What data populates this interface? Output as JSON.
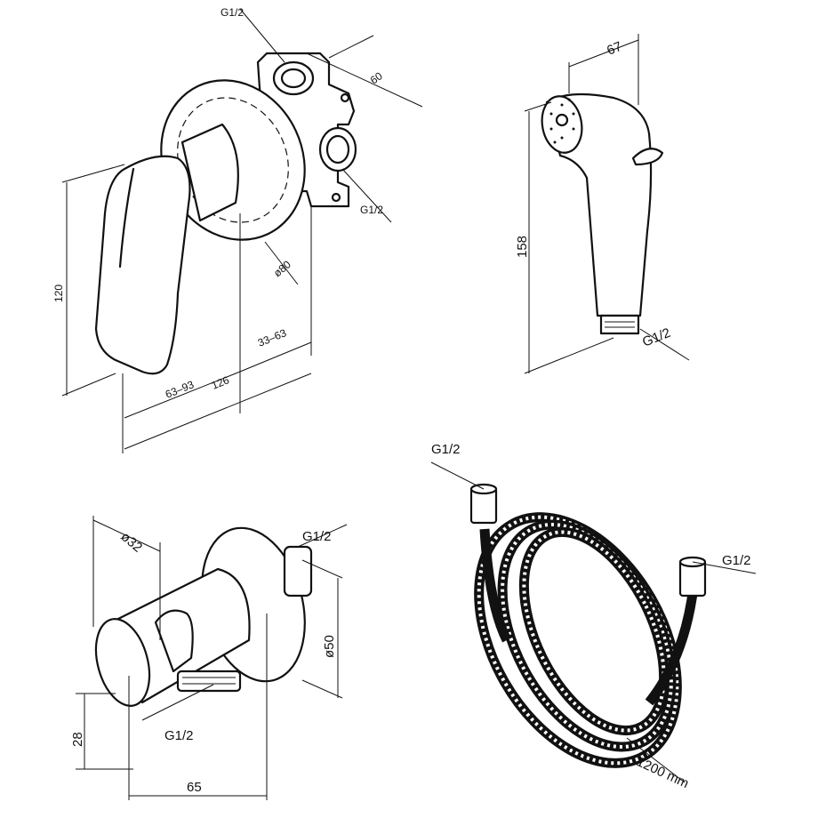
{
  "mixer": {
    "inlet_top": "G1/2",
    "inlet_right": "G1/2",
    "depth": "60",
    "escutcheon_diameter": "ø80",
    "height": "120",
    "lever_reach": "63–93",
    "total_length": "126",
    "install_depth": "33–63"
  },
  "hand_shower": {
    "width": "67",
    "length": "158",
    "thread": "G1/2"
  },
  "wall_connector": {
    "diameter": "ø32",
    "thread_top": "G1/2",
    "flange_diameter": "ø50",
    "height": "28",
    "thread_bottom": "G1/2",
    "length": "65"
  },
  "hose": {
    "thread_left": "G1/2",
    "thread_right": "G1/2",
    "length": "1200 mm"
  }
}
